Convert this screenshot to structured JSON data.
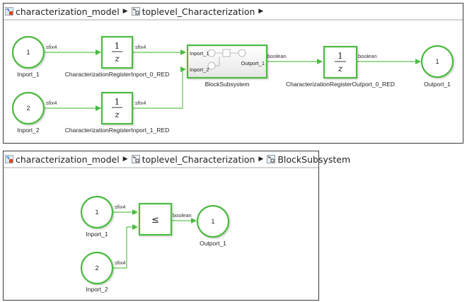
{
  "colors": {
    "accent": "#4cbb3f",
    "line": "#5cc44c",
    "subsystem_fill": "#eeeeee"
  },
  "top_panel": {
    "breadcrumb": [
      {
        "label": "characterization_model",
        "icon": "model-icon"
      },
      {
        "label": "toplevel_Characterization",
        "icon": "subsystem-icon"
      }
    ],
    "trailing_arrow": true,
    "blocks": {
      "inport_1": {
        "number": "1",
        "label": "Inport_1"
      },
      "inport_2": {
        "number": "2",
        "label": "Inport_2"
      },
      "reg_in0": {
        "num": "1",
        "den": "z",
        "label": "CharacterizationRegisterInport_0_RED"
      },
      "reg_in1": {
        "num": "1",
        "den": "z",
        "label": "CharacterizationRegisterInport_1_RED"
      },
      "subsystem": {
        "label": "BlockSubsystem",
        "in1": "Inport_1",
        "in2": "Inport_2",
        "out1": "Outport_1"
      },
      "reg_out0": {
        "num": "1",
        "den": "z",
        "label": "CharacterizationRegisterOutport_0_RED"
      },
      "outport_1": {
        "number": "1",
        "label": "Outport_1"
      }
    },
    "signals": {
      "in1_to_reg0": "sfix4",
      "reg0_to_sub": "sfix4",
      "in2_to_reg1": "sfix4",
      "reg1_to_sub": "sfix4",
      "sub_to_regout": "boolean",
      "regout_to_out": "boolean"
    }
  },
  "bottom_panel": {
    "breadcrumb": [
      {
        "label": "characterization_model",
        "icon": "model-icon"
      },
      {
        "label": "toplevel_Characterization",
        "icon": "subsystem-icon"
      },
      {
        "label": "BlockSubsystem",
        "icon": "subsystem-icon"
      }
    ],
    "blocks": {
      "inport_1": {
        "number": "1",
        "label": "Inport_1"
      },
      "inport_2": {
        "number": "2",
        "label": "Inport_2"
      },
      "compare": {
        "operator": "≤"
      },
      "outport_1": {
        "number": "1",
        "label": "Outport_1"
      }
    },
    "signals": {
      "in1_to_cmp": "sfix4",
      "in2_to_cmp": "sfix4",
      "cmp_to_out": "boolean"
    }
  }
}
